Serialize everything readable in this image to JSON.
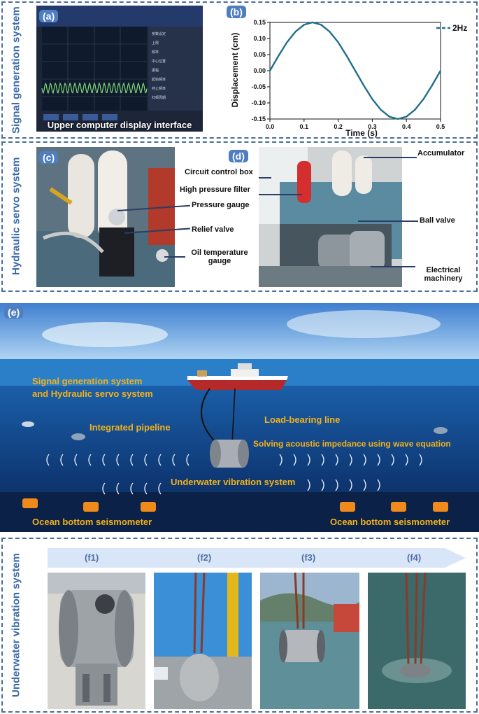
{
  "sections": {
    "signal_label": "Signal generation system",
    "hydraulic_label": "Hydraulic servo system",
    "underwater_label": "Underwater vibration system"
  },
  "panel_a": {
    "letter": "(a)",
    "caption": "Upper computer display interface"
  },
  "panel_b": {
    "letter": "(b)",
    "legend": "2Hz"
  },
  "chart_data": {
    "type": "line",
    "xlabel": "Time (s)",
    "ylabel": "Displacement (cm)",
    "xlim": [
      0.0,
      0.5
    ],
    "ylim": [
      -0.15,
      0.15
    ],
    "xticks": [
      "0.0",
      "0.1",
      "0.2",
      "0.3",
      "0.4",
      "0.5"
    ],
    "yticks": [
      "0.15",
      "0.10",
      "0.05",
      "0.00",
      "-0.05",
      "-0.10",
      "-0.15"
    ],
    "series": [
      {
        "name": "2Hz",
        "color": "#1f6f8b",
        "x": [
          0.0,
          0.025,
          0.05,
          0.075,
          0.1,
          0.125,
          0.15,
          0.175,
          0.2,
          0.225,
          0.25,
          0.275,
          0.3,
          0.325,
          0.35,
          0.375,
          0.4,
          0.425,
          0.45,
          0.475,
          0.5
        ],
        "y": [
          0.0,
          0.0459,
          0.0882,
          0.1214,
          0.1427,
          0.15,
          0.1427,
          0.1214,
          0.0882,
          0.0459,
          0.0,
          -0.0459,
          -0.0882,
          -0.1214,
          -0.1427,
          -0.15,
          -0.1427,
          -0.1214,
          -0.0882,
          -0.0459,
          0.0
        ]
      }
    ]
  },
  "panel_c": {
    "letter": "(c)",
    "labels": [
      "Pressure gauge",
      "Relief valve",
      "Oil temperature gauge"
    ]
  },
  "panel_d": {
    "letter": "(d)",
    "labels_left": [
      "Circuit control box",
      "High pressure filter"
    ],
    "labels_right": [
      "Accumulator",
      "Ball valve",
      "Electrical machinery"
    ]
  },
  "panel_e": {
    "letter": "(e)",
    "ship_label_1": "Signal generation system",
    "ship_label_2": "and Hydraulic servo system",
    "pipeline": "Integrated pipeline",
    "load_line": "Load-bearing line",
    "impedance": "Solving acoustic impedance using wave equation",
    "vibration": "Underwater vibration system",
    "obs_left": "Ocean bottom seismometer",
    "obs_right": "Ocean bottom seismometer"
  },
  "panel_f": {
    "labels": [
      "(f1)",
      "(f2)",
      "(f3)",
      "(f4)"
    ]
  },
  "colors": {
    "accent": "#4f7ec0",
    "border": "#4a6f9a",
    "ocean_text": "#f2b21a",
    "curve": "#1f6f8b"
  }
}
